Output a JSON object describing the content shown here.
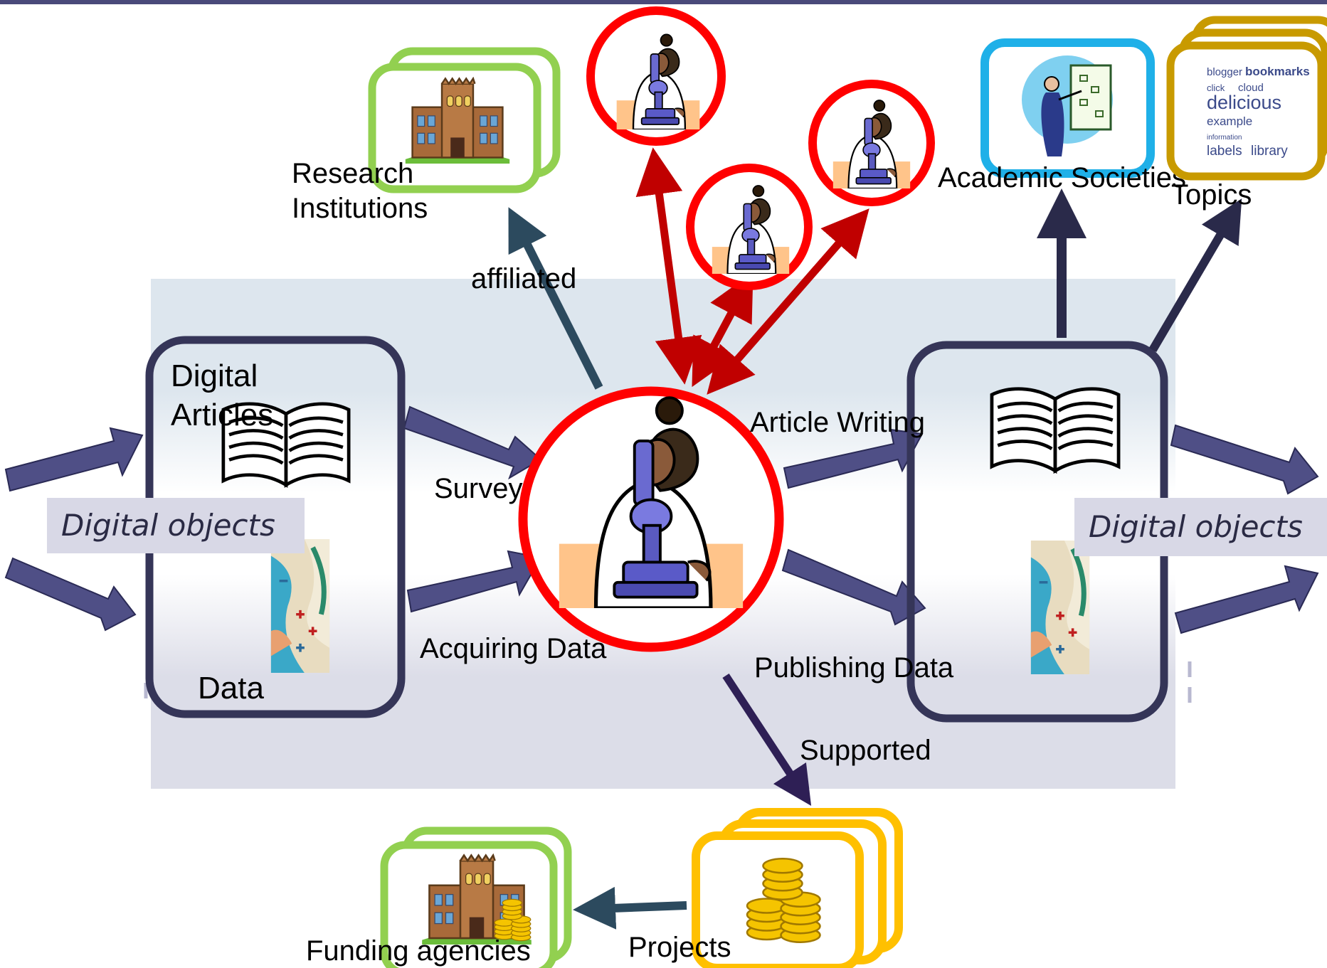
{
  "labels": {
    "research_institutions_1": "Research",
    "research_institutions_2": "Institutions",
    "affiliated": "affiliated",
    "academic_societies": "Academic Societies",
    "topics": "Topics",
    "digital_articles_1": "Digital",
    "digital_articles_2": "Articles",
    "data_left": "Data",
    "digital_objects_left": "Digital objects",
    "survey": "Survey",
    "acquiring_data": "Acquiring Data",
    "article_writing": "Article Writing",
    "publishing_data": "Publishing Data",
    "digital_objects_right": "Digital objects",
    "supported": "Supported",
    "funding_agencies": "Funding agencies",
    "projects": "Projects"
  },
  "tag_cloud": [
    "blogger",
    "bookmarks",
    "click",
    "cloud",
    "delicious",
    "example",
    "information",
    "labels",
    "library"
  ],
  "colors": {
    "header_bar": "#4a4a7a",
    "band_top": "#dde6ee",
    "band_bottom": "#dcdde8",
    "object_arrow": "#4f4f86",
    "box_stroke": "#353558",
    "red_arrow": "#c00000",
    "red_circle": "#ff0000",
    "teal_arrow": "#2c4a5e",
    "navy_arrow": "#2a2a4a",
    "green_card": "#92d050",
    "blue_card": "#1fb0e8",
    "gold_card": "#c89a00",
    "yellow_card": "#ffc000"
  },
  "icons": [
    "building-icon",
    "scientist-icon",
    "presenter-icon",
    "book-icon",
    "data-map-icon",
    "coin-stack-icon",
    "tag-cloud-icon"
  ]
}
